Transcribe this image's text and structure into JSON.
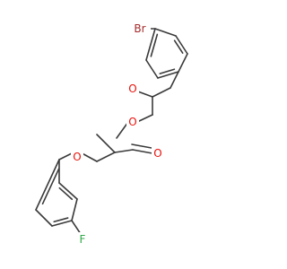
{
  "atoms": {
    "bromine": {
      "label": "Br",
      "color": "#a52a2a"
    },
    "carbonyl_oxygen_ketone_top": {
      "label": "O",
      "color": "#e8120b"
    },
    "ester_oxygen": {
      "label": "O",
      "color": "#e8120b"
    },
    "ester_carbonyl_oxygen": {
      "label": "O",
      "color": "#e8120b"
    },
    "carbonyl_oxygen_aryl_ketone": {
      "label": "O",
      "color": "#e8120b"
    },
    "fluorine": {
      "label": "F",
      "color": "#32a84a"
    }
  },
  "colors": {
    "bond": "#3a3a3a",
    "background": "#ffffff"
  }
}
